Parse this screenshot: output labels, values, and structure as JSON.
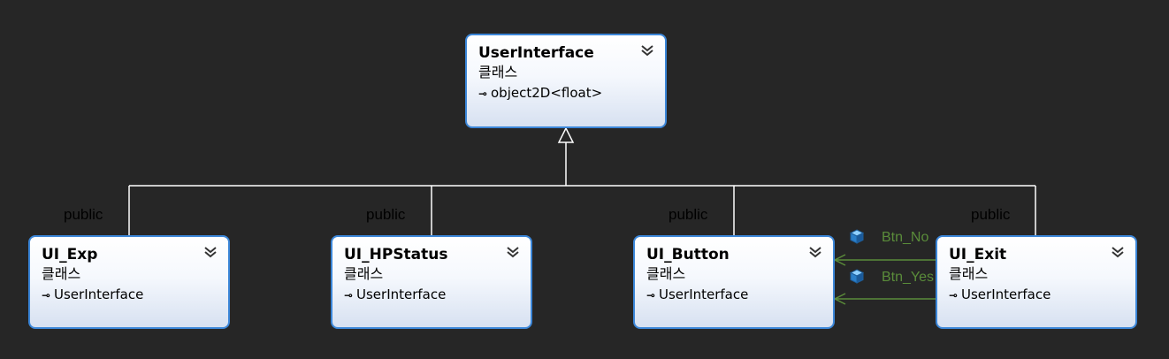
{
  "classes": {
    "user_interface": {
      "name": "UserInterface",
      "kind": "클래스",
      "base": "object2D<float>"
    },
    "ui_exp": {
      "name": "UI_Exp",
      "kind": "클래스",
      "base": "UserInterface"
    },
    "ui_hpstatus": {
      "name": "UI_HPStatus",
      "kind": "클래스",
      "base": "UserInterface"
    },
    "ui_button": {
      "name": "UI_Button",
      "kind": "클래스",
      "base": "UserInterface"
    },
    "ui_exit": {
      "name": "UI_Exit",
      "kind": "클래스",
      "base": "UserInterface"
    }
  },
  "inheritance_labels": [
    "public",
    "public",
    "public",
    "public"
  ],
  "associations": [
    {
      "name": "Btn_No",
      "from": "UI_Exit",
      "to": "UI_Button"
    },
    {
      "name": "Btn_Yes",
      "from": "UI_Exit",
      "to": "UI_Button"
    }
  ],
  "colors": {
    "background": "#262626",
    "box_border": "#3b86d8",
    "inheritance_line": "#ffffff",
    "association_line": "#5a8c3a",
    "field_icon": "#2a7fc9"
  },
  "icons": {
    "collapse": "double-chevron-down-icon",
    "base_type": "inheritance-arrow-icon",
    "field": "field-icon"
  }
}
